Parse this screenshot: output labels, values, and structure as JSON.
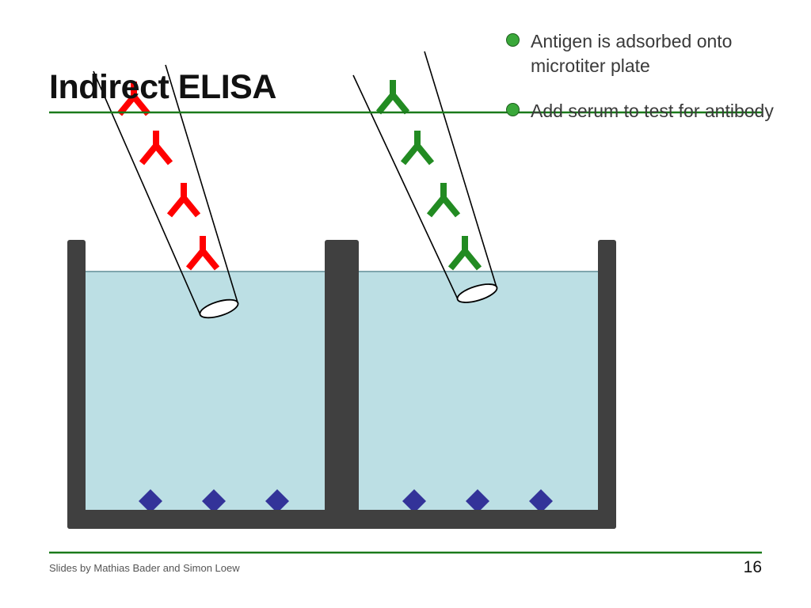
{
  "slide": {
    "title": "Indirect ELISA",
    "bullets": [
      {
        "text": "Antigen is adsorbed onto microtiter plate"
      },
      {
        "text": "Add serum to test for antibody"
      }
    ],
    "footer": {
      "credit": "Slides by Mathias Bader and Simon Loew",
      "page_number": "16"
    }
  },
  "diagram": {
    "wells": [
      {
        "name": "left-well",
        "antigen_count": 3,
        "added_antibody_count": 4,
        "added_antibody_color": "#ff0000"
      },
      {
        "name": "right-well",
        "antigen_count": 3,
        "added_antibody_count": 4,
        "added_antibody_color": "#228b22"
      }
    ],
    "colors": {
      "well_wall": "#404040",
      "liquid": "#bcdfe4",
      "liquid_surface": "#7fa6ad",
      "antigen": "#333399",
      "rule": "#1a7a1a",
      "pipette": "#000000",
      "bullet": "#3aa83a"
    }
  }
}
